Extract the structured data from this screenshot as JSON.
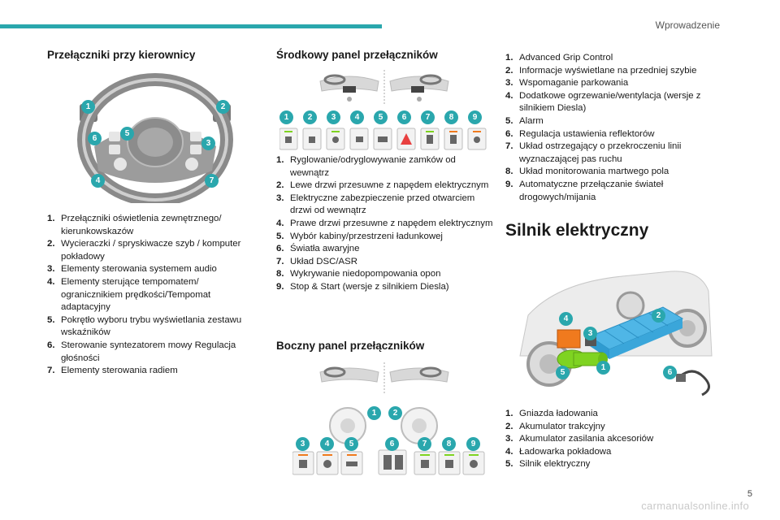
{
  "header": {
    "section": "Wprowadzenie",
    "page_number": "5"
  },
  "steering": {
    "title": "Przełączniki przy kierownicy",
    "badges": [
      "1",
      "2",
      "3",
      "4",
      "5",
      "6",
      "7"
    ],
    "items": [
      {
        "n": "1.",
        "text": "Przełączniki oświetlenia zewnętrznego/ kierunkowskazów"
      },
      {
        "n": "2.",
        "text": "Wycieraczki / spryskiwacze szyb / komputer pokładowy"
      },
      {
        "n": "3.",
        "text": "Elementy sterowania systemem audio"
      },
      {
        "n": "4.",
        "text": "Elementy sterujące tempomatem/ ogranicznikiem prędkości/Tempomat adaptacyjny"
      },
      {
        "n": "5.",
        "text": "Pokrętło wyboru trybu wyświetlania zestawu wskaźników"
      },
      {
        "n": "6.",
        "text": "Sterowanie syntezatorem mowy Regulacja głośności"
      },
      {
        "n": "7.",
        "text": "Elementy sterowania radiem"
      }
    ]
  },
  "center_panel": {
    "title": "Środkowy panel przełączników",
    "badges": [
      "1",
      "2",
      "3",
      "4",
      "5",
      "6",
      "7",
      "8",
      "9"
    ],
    "items": [
      {
        "n": "1.",
        "text": "Ryglowanie/odryglowywanie zamków od wewnątrz"
      },
      {
        "n": "2.",
        "text": "Lewe drzwi przesuwne z napędem elektrycznym"
      },
      {
        "n": "3.",
        "text": "Elektryczne zabezpieczenie przed otwarciem drzwi od wewnątrz"
      },
      {
        "n": "4.",
        "text": "Prawe drzwi przesuwne z napędem elektrycznym"
      },
      {
        "n": "5.",
        "text": "Wybór kabiny/przestrzeni ładunkowej"
      },
      {
        "n": "6.",
        "text": "Światła awaryjne"
      },
      {
        "n": "7.",
        "text": "Układ DSC/ASR"
      },
      {
        "n": "8.",
        "text": "Wykrywanie niedopompowania opon"
      },
      {
        "n": "9.",
        "text": "Stop & Start (wersje z silnikiem Diesla)"
      }
    ]
  },
  "side_panel": {
    "title": "Boczny panel przełączników",
    "badges": [
      "1",
      "2",
      "3",
      "4",
      "5",
      "6",
      "7",
      "8",
      "9"
    ]
  },
  "side_list": {
    "items": [
      {
        "n": "1.",
        "text": "Advanced Grip Control"
      },
      {
        "n": "2.",
        "text": "Informacje wyświetlane na przedniej szybie"
      },
      {
        "n": "3.",
        "text": "Wspomaganie parkowania"
      },
      {
        "n": "4.",
        "text": "Dodatkowe ogrzewanie/wentylacja (wersje z silnikiem Diesla)"
      },
      {
        "n": "5.",
        "text": "Alarm"
      },
      {
        "n": "6.",
        "text": "Regulacja ustawienia reflektorów"
      },
      {
        "n": "7.",
        "text": "Układ ostrzegający o przekroczeniu linii wyznaczającej pas ruchu"
      },
      {
        "n": "8.",
        "text": "Układ monitorowania martwego pola"
      },
      {
        "n": "9.",
        "text": "Automatyczne przełączanie świateł drogowych/mijania"
      }
    ]
  },
  "electric": {
    "title": "Silnik elektryczny",
    "badges": [
      "1",
      "2",
      "3",
      "4",
      "5",
      "6"
    ],
    "items": [
      {
        "n": "1.",
        "text": "Gniazda ładowania"
      },
      {
        "n": "2.",
        "text": "Akumulator trakcyjny"
      },
      {
        "n": "3.",
        "text": "Akumulator zasilania akcesoriów"
      },
      {
        "n": "4.",
        "text": "Ładowarka pokładowa"
      },
      {
        "n": "5.",
        "text": "Silnik elektryczny"
      }
    ]
  },
  "watermark": "carmanualsonline.info",
  "colors": {
    "accent": "#2aa7ad",
    "battery": "#4fb6e6",
    "motor": "#7fd321",
    "charger": "#f07a1e"
  }
}
